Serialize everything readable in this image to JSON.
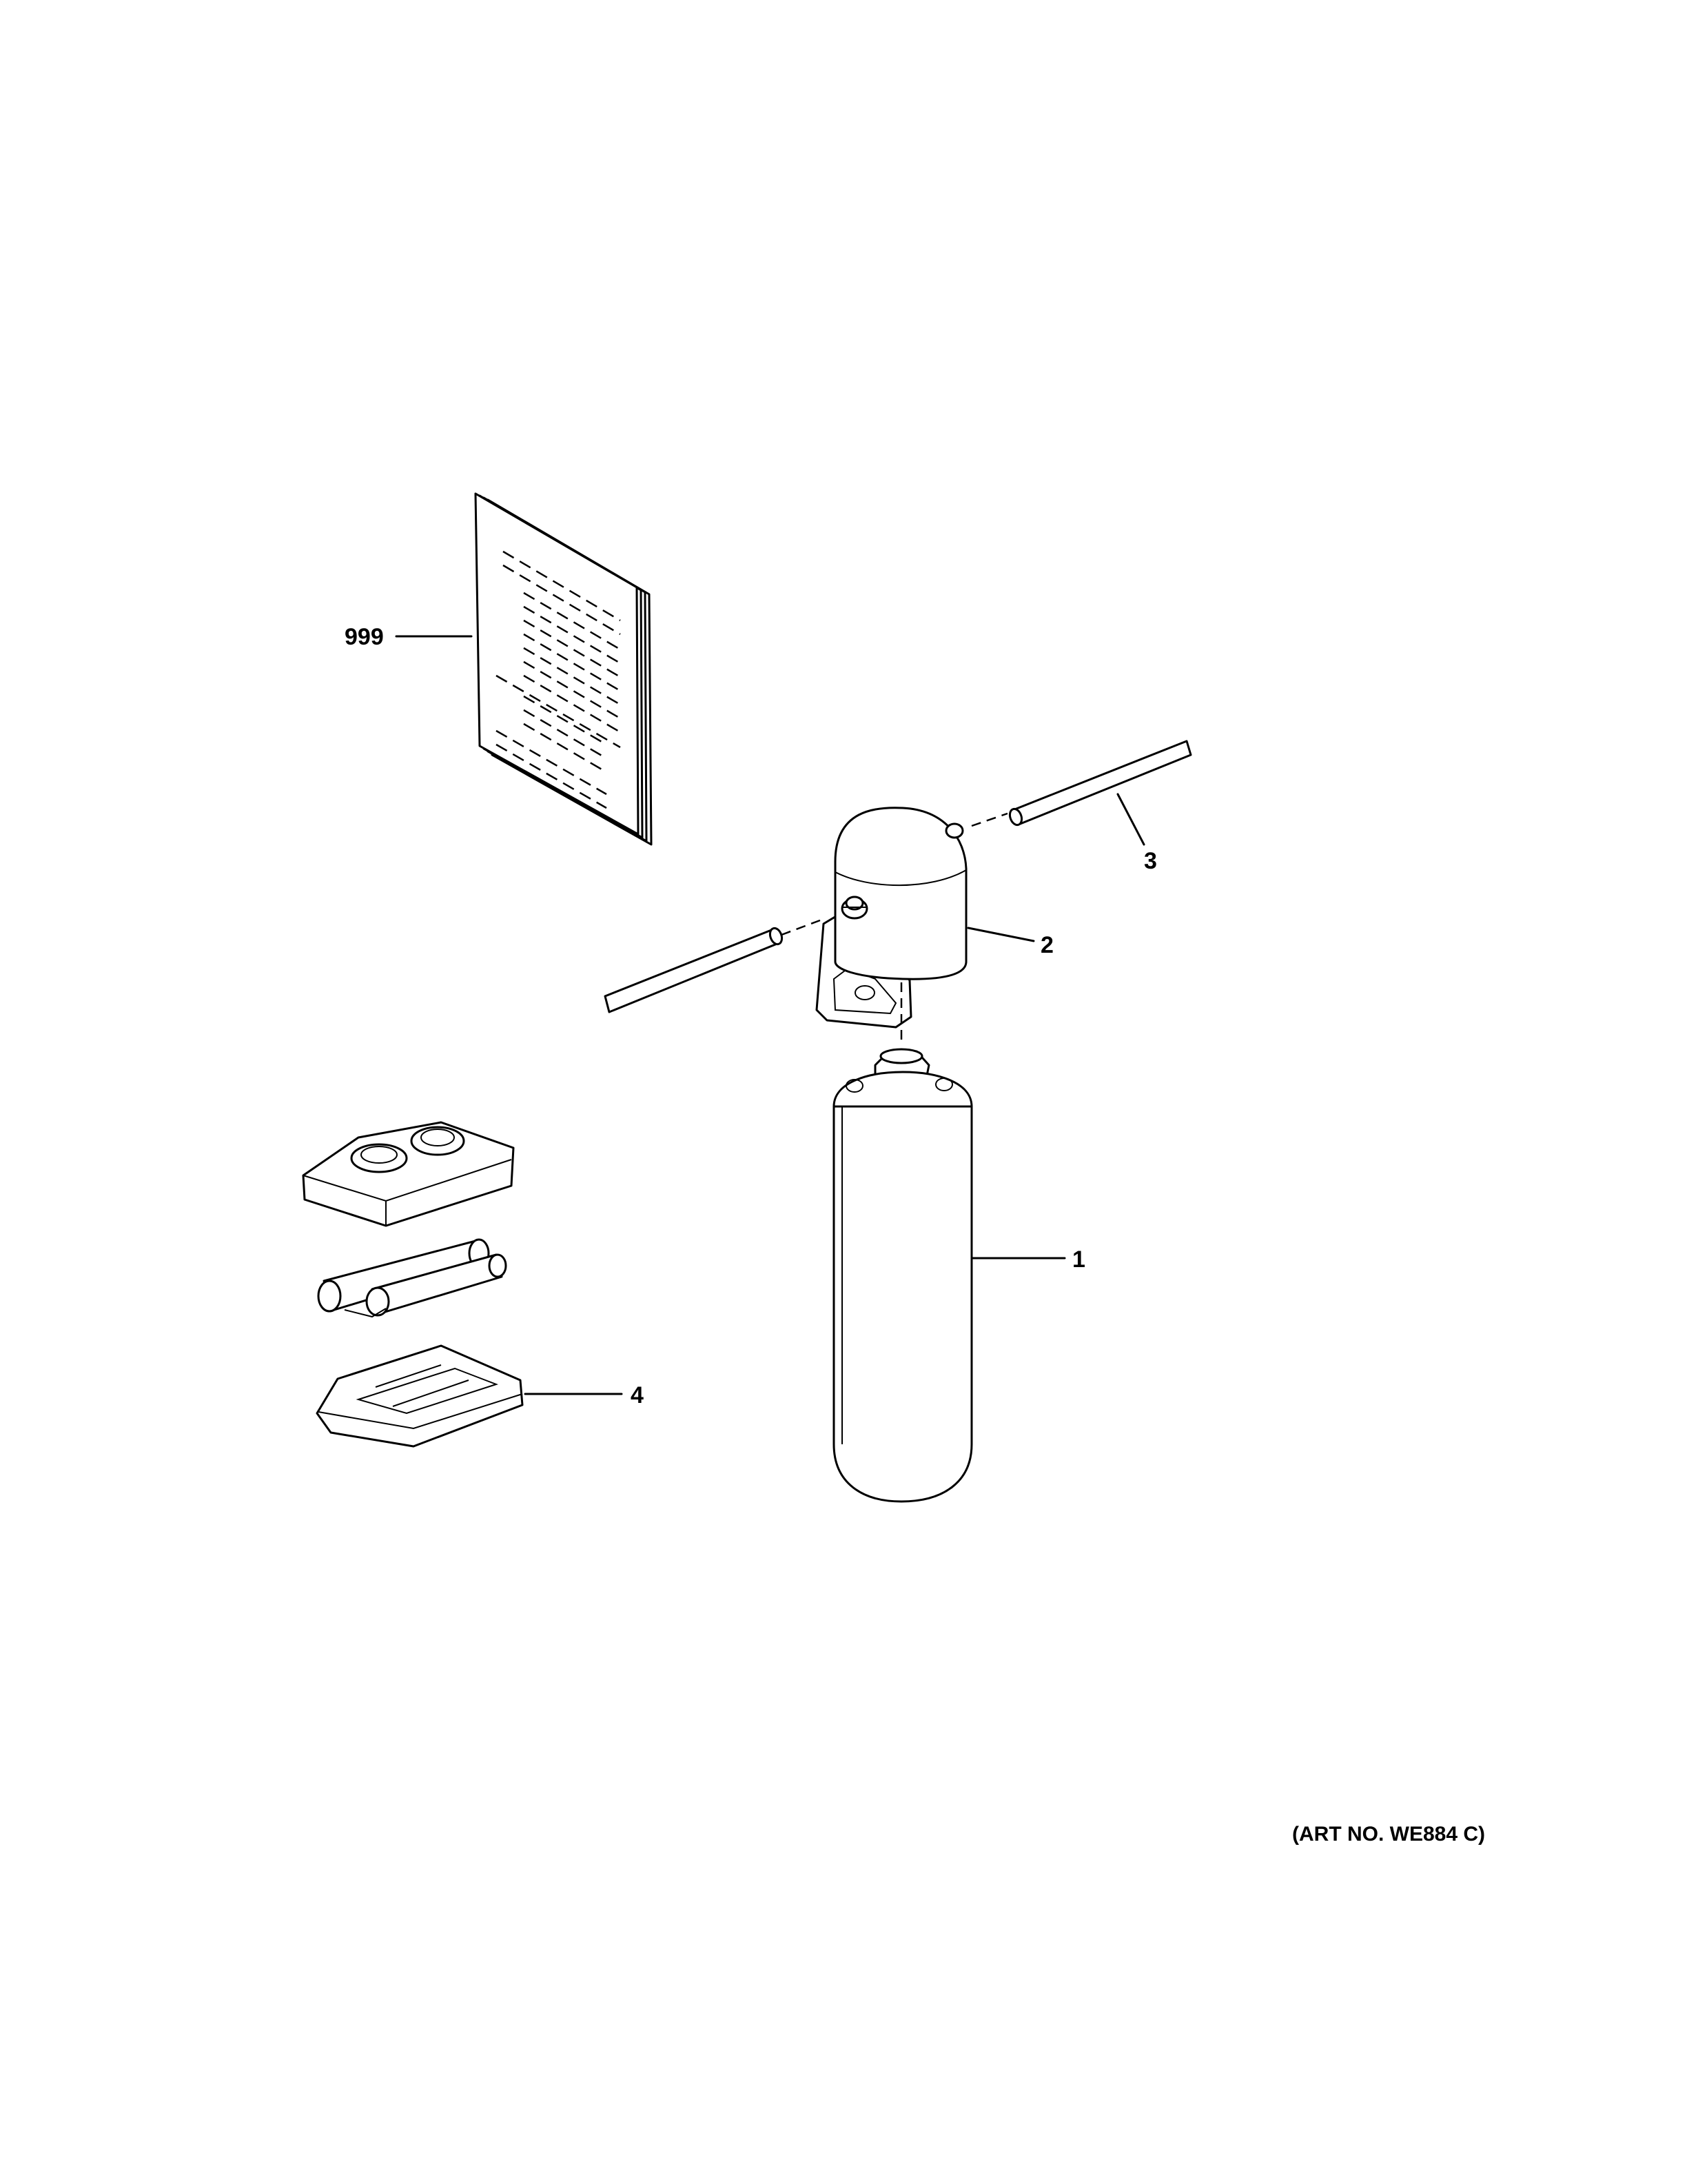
{
  "diagram": {
    "callouts": {
      "manual": "999",
      "filter_cartridge": "1",
      "filter_head": "2",
      "tubing": "3",
      "battery_kit": "4"
    },
    "art_number": "(ART NO. WE884 C)"
  }
}
